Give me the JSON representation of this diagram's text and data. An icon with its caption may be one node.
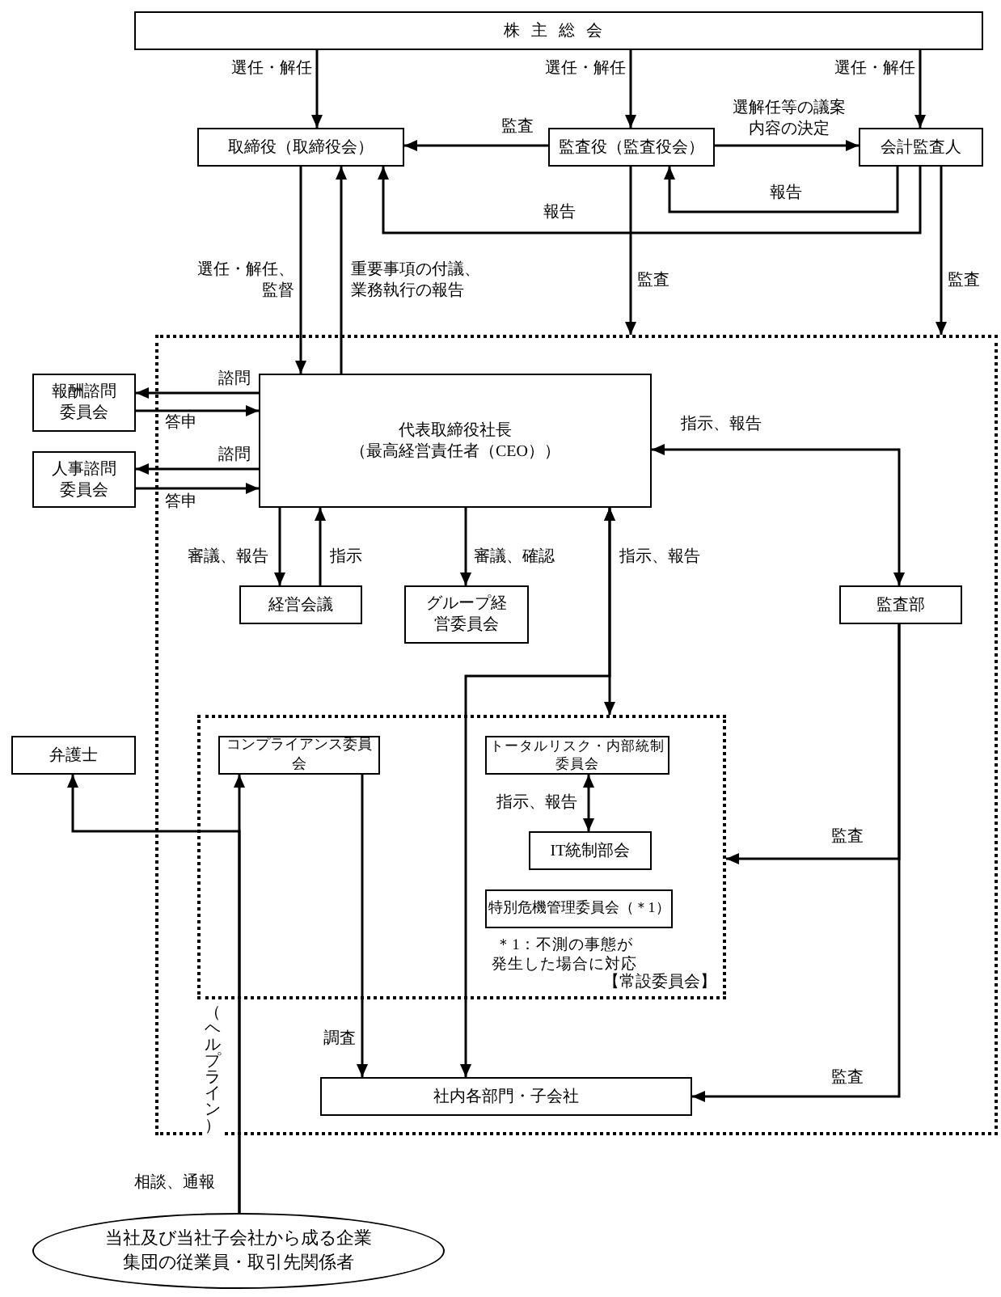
{
  "diagram": {
    "nodes": [
      {
        "text": [
          "株主総会"
        ]
      },
      {
        "text": [
          "取締役（取締役会）"
        ]
      },
      {
        "text": [
          "監査役（監査役会）"
        ]
      },
      {
        "text": [
          "会計監査人"
        ]
      },
      {
        "text": [],
        "shape": "box"
      },
      {
        "text": [
          "報酬諮問委員会"
        ]
      },
      {
        "text": [
          "人事諮問委員会"
        ]
      },
      {
        "text": [
          "代表取締役社長",
          "（最高経営責任者（CEO））"
        ],
        "in": 4
      },
      {
        "text": [
          "経営会議"
        ],
        "in": 4
      },
      {
        "text": [
          "グループ経営委員会"
        ],
        "in": 4
      },
      {
        "text": [
          "監査部"
        ],
        "in": 4
      },
      {
        "text": [
          "【常設委員会】"
        ],
        "in": 4
      },
      {
        "text": [
          "弁護士"
        ]
      },
      {
        "text": [
          "コンプライアンス委員会"
        ],
        "in": 11
      },
      {
        "text": [
          "トータルリスク・内部統制委員会"
        ],
        "in": 11
      },
      {
        "text": [
          "IT統制部会"
        ],
        "in": 11
      },
      {
        "text": [
          "特別危機管理委員会（＊1）"
        ],
        "in": 11,
        "beside": [
          "＊1：不測の事態が発生した場合に対応"
        ]
      },
      {
        "text": [
          "社内各部門・子会社"
        ],
        "in": 4
      },
      {
        "text": [
          "当社及び当社子会社から成る企業集団の従業員・取引先関係者"
        ]
      }
    ],
    "edges": [
      {
        "from": 0,
        "to": 1,
        "arrow": "to",
        "label": "選任・解任"
      },
      {
        "from": 0,
        "to": 2,
        "arrow": "to",
        "label": "選任・解任"
      },
      {
        "from": 0,
        "to": 3,
        "arrow": "to",
        "label": "選任・解任"
      },
      {
        "from": 2,
        "to": 1,
        "arrow": "to",
        "label": "監査"
      },
      {
        "from": 2,
        "to": 3,
        "arrow": "to",
        "label": "選解任等の議案内容の決定"
      },
      {
        "from": 3,
        "to": 2,
        "arrow": "to",
        "label": "報告"
      },
      {
        "from": 3,
        "to": 1,
        "arrow": "to",
        "label": "報告"
      },
      {
        "from": 1,
        "to": 7,
        "arrow": "to",
        "label": "選任・解任、監督"
      },
      {
        "from": 7,
        "to": 1,
        "arrow": "to",
        "label": "重要事項の付議、業務執行の報告"
      },
      {
        "from": 2,
        "to": 4,
        "arrow": "to",
        "label": "監査"
      },
      {
        "from": 3,
        "to": 4,
        "arrow": "to",
        "label": "監査"
      },
      {
        "from": 7,
        "to": 5,
        "arrow": "to",
        "label": "諮問"
      },
      {
        "from": 5,
        "to": 7,
        "arrow": "to",
        "label": "答申"
      },
      {
        "from": 7,
        "to": 6,
        "arrow": "to",
        "label": "諮問"
      },
      {
        "from": 6,
        "to": 7,
        "arrow": "to",
        "label": "答申"
      },
      {
        "from": 7,
        "to": 8,
        "arrow": "to",
        "label": "審議、報告"
      },
      {
        "from": 8,
        "to": 7,
        "arrow": "to",
        "label": "指示"
      },
      {
        "from": 7,
        "to": 9,
        "arrow": "to",
        "label": "審議、確認"
      },
      {
        "from": 10,
        "to": 7,
        "arrow": "both",
        "label": "指示、報告"
      },
      {
        "from": 7,
        "to": 11,
        "arrow": "both",
        "label": "指示、報告"
      },
      {
        "from": 7,
        "to": 17,
        "arrow": "both"
      },
      {
        "from": 14,
        "to": 15,
        "arrow": "both",
        "label": "指示、報告"
      },
      {
        "from": 10,
        "to": 11,
        "arrow": "to",
        "label": "監査"
      },
      {
        "from": 10,
        "to": 17,
        "arrow": "to",
        "label": "監査"
      },
      {
        "from": 13,
        "to": 17,
        "arrow": "to",
        "label": "調査"
      },
      {
        "from": 18,
        "to": 13,
        "arrow": "to",
        "label": "相談、通報"
      },
      {
        "from": 18,
        "to": 12,
        "arrow": "to"
      }
    ],
    "labels": [
      "（ヘルプライン）"
    ]
  }
}
